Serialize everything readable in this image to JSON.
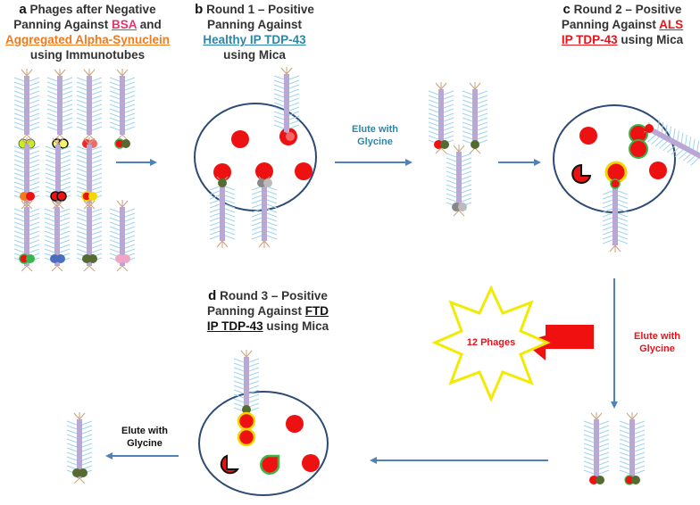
{
  "panel_a": {
    "letter": "a",
    "line1": "Phages after Negative",
    "line2_pre": "Panning Against ",
    "line2_highlight": "BSA",
    "line2_post": " and",
    "line3_highlight": "Aggregated Alpha-Synuclein",
    "line4": "using Immunotubes"
  },
  "panel_b": {
    "letter": "b",
    "line1": "Round 1 – Positive",
    "line2": "Panning Against",
    "line3_highlight": "Healthy IP TDP-43",
    "line4": "using Mica"
  },
  "panel_c": {
    "letter": "c",
    "line1": "Round 2 – Positive",
    "line2_pre": "Panning Against ",
    "line2_highlight": "ALS",
    "line3_highlight": "IP TDP-43",
    "line3_post": " using Mica"
  },
  "panel_d": {
    "letter": "d",
    "line1": "Round 3 – Positive",
    "line2_pre": "Panning Against ",
    "line2_highlight": "FTD",
    "line3_highlight": "IP TDP-43",
    "line3_post": " using Mica"
  },
  "elute_1": {
    "line1": "Elute with",
    "line2": "Glycine"
  },
  "elute_2": {
    "line1": "Elute with",
    "line2": "Glycine"
  },
  "elute_3": {
    "line1": "Elute with",
    "line2": "Glycine"
  },
  "result_label": "12 Phages",
  "colors": {
    "bsa": "#e8316a",
    "synuclein": "#f07a1e",
    "healthy": "#2e86a8",
    "als": "#e8141b",
    "ftd": "#111111",
    "arrow": "#4f81bd",
    "elute_blue": "#2e86a8",
    "elute_red": "#e8141b",
    "circle_stroke": "#2c4a74",
    "red_dot": "#ee1111",
    "star_stroke": "#f2ea00",
    "big_arrow": "#f01010"
  }
}
